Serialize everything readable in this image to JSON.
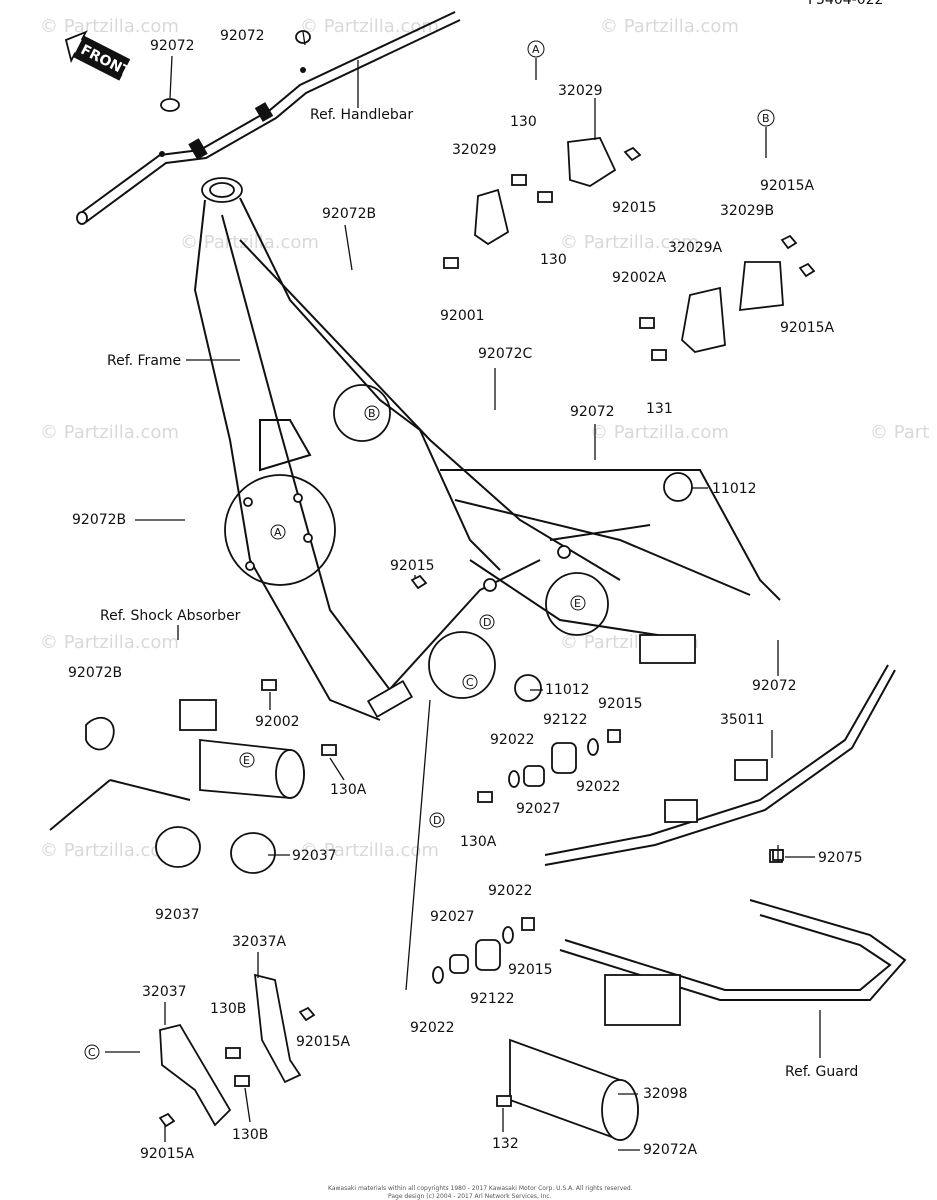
{
  "header_code": "F5404-022",
  "front_label": "FRONT",
  "watermarks": [
    "© Partzilla.com",
    "© Partzilla.com",
    "© Partzilla.com",
    "© Partzilla.com",
    "© Partzilla.com",
    "© Partzilla.com",
    "© Partzilla.com",
    "© Partzilla.com",
    "© Partzilla.com",
    "© Partzilla.com",
    "© Partzilla.com",
    "© Part"
  ],
  "refs": {
    "handlebar": "Ref. Handlebar",
    "frame": "Ref. Frame",
    "shock": "Ref. Shock Absorber",
    "guard": "Ref. Guard"
  },
  "callout_letters": {
    "A": "A",
    "B": "B",
    "C": "C",
    "D": "D",
    "E": "E"
  },
  "part_labels": [
    "92072",
    "92072",
    "32029",
    "130",
    "32029",
    "92015",
    "130",
    "92001",
    "92015A",
    "32029B",
    "32029A",
    "92002A",
    "92015A",
    "131",
    "92072B",
    "92072C",
    "92072",
    "11012",
    "92072B",
    "92015",
    "11012",
    "92072",
    "92002",
    "92015",
    "92122",
    "92022",
    "35011",
    "92022",
    "92027",
    "130A",
    "130A",
    "92075",
    "92037",
    "92037",
    "92022",
    "92027",
    "92015",
    "92122",
    "92022",
    "32037A",
    "32037",
    "130B",
    "92015A",
    "130B",
    "92015A",
    "32098",
    "132",
    "92072A",
    "92072B"
  ],
  "footer": {
    "line1": "Kawasaki materials within all copyrights 1980 - 2017 Kawasaki Motor Corp. U.S.A. All rights reserved.",
    "line2": "Page design (c) 2004 - 2017 Arl Network Services, Inc."
  }
}
